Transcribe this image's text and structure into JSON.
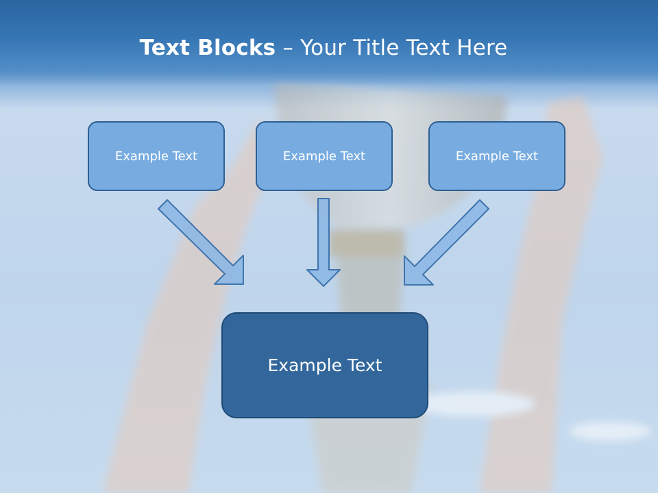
{
  "slide": {
    "title_bold": "Text Blocks",
    "title_rest": " – Your Title Text Here"
  },
  "blocks": {
    "top": [
      "Example Text",
      "Example Text",
      "Example Text"
    ],
    "bottom": "Example Text"
  },
  "colors": {
    "title_band": "#3676b4",
    "small_box_fill": "#78ace0",
    "small_box_border": "#2d5f93",
    "large_box_fill": "#33679c",
    "arrow_fill": "#8ab6e4",
    "arrow_stroke": "#3f74ad"
  }
}
